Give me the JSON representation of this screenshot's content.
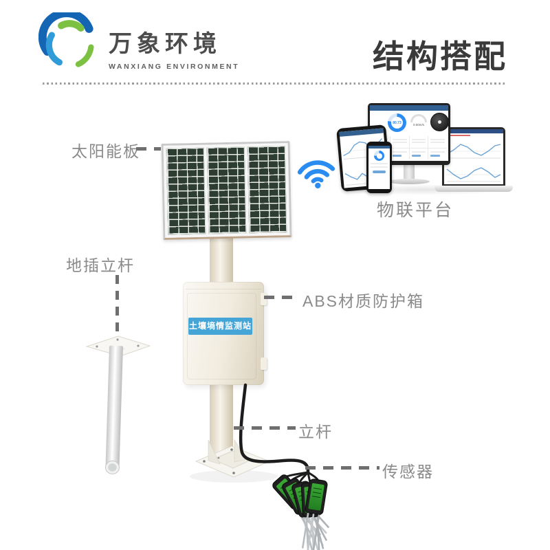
{
  "header": {
    "logo": {
      "name": "万象环境",
      "subtitle": "WANXIANG ENVIRONMENT"
    },
    "title": "结构搭配"
  },
  "labels": {
    "solar_panel": "太阳能板",
    "ground_stake": "地插立杆",
    "abs_box": "ABS材质防护箱",
    "pole": "立杆",
    "sensor": "传感器",
    "iot_platform": "物联平台"
  },
  "station": {
    "box_label": "土壤墒情监测站"
  },
  "dashboard": {
    "gauge_value": "80.73",
    "wind_speed": "0.00m/s"
  },
  "icons": [
    "logo-globe-icon",
    "wifi-icon"
  ],
  "colors": {
    "accent_blue": "#2a8cf0",
    "strip_blue": "#46a5d7",
    "sensor_green": "#2f9b31",
    "label_gray": "#8a8a8a",
    "title_dark": "#3a3a3a",
    "logo_blue": "#1565b5",
    "logo_green": "#7cc142"
  }
}
